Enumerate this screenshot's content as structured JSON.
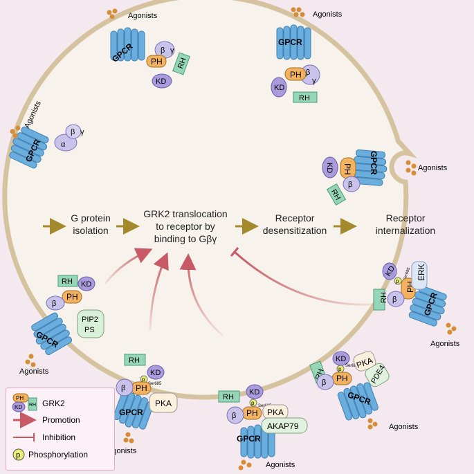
{
  "steps": [
    "G protein",
    "isolation",
    "GRK2 translocation",
    "to receptor by",
    "binding to Gβγ",
    "Receptor",
    "desensitization",
    "Receptor",
    "internalization"
  ],
  "labels": {
    "agonists": "Agonists",
    "gpcr": "GPCR",
    "ph": "PH",
    "kd": "KD",
    "rh": "RH",
    "alpha": "α",
    "beta": "β",
    "gamma": "γ",
    "p": "p",
    "ser685": "Ser685",
    "pip2": "PIP2",
    "ps": "PS",
    "pka": "PKA",
    "akap79": "AKAP79",
    "pde4": "PDE4",
    "erk": "ERK"
  },
  "legend": {
    "grk2": "GRK2",
    "promotion": "Promotion",
    "inhibition": "Inhibition",
    "phosphorylation": "Phosphorylation"
  },
  "colors": {
    "background": "#f4e9ee",
    "cell_fill": "#f7f3ec",
    "membrane": "#d5c3a0",
    "gpcr": "#6aaede",
    "ph": "#f2b25f",
    "kd": "#a99bdc",
    "rh": "#96d6b8",
    "gprotein": "#c9c3ec",
    "step_arrow": "#a48a2d",
    "promotion": "#c75a64",
    "inhibition": "#c75a64",
    "phospho": "#e9ef78",
    "agonist": "#d78d37"
  }
}
